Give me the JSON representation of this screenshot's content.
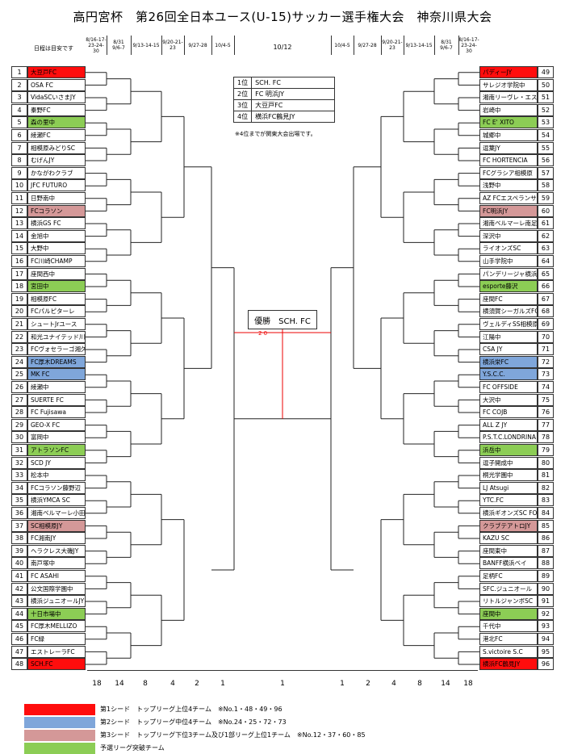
{
  "title": "高円宮杯　第26回全日本ユース(U-15)サッカー選手権大会　神奈川県大会",
  "note_label": "日程は目安です",
  "header_left": [
    "8/16-17-\n23-24-30",
    "8/31\n9/6-7",
    "9/13-14-15",
    "9/20-21-23",
    "9/27-28",
    "10/4-5"
  ],
  "header_center": "10/12",
  "header_right": [
    "10/4-5",
    "9/27-28",
    "9/20-21-23",
    "9/13-14-15",
    "8/31\n9/6-7",
    "8/16-17-\n23-24-30"
  ],
  "left_teams": [
    {
      "no": "1",
      "name": "大豆戸FC",
      "seed": "c1"
    },
    {
      "no": "2",
      "name": "OSA FC",
      "seed": ""
    },
    {
      "no": "3",
      "name": "VidaSCいさまJY",
      "seed": ""
    },
    {
      "no": "4",
      "name": "秦野FC",
      "seed": ""
    },
    {
      "no": "5",
      "name": "森の里中",
      "seed": "cq"
    },
    {
      "no": "6",
      "name": "綾瀬FC",
      "seed": ""
    },
    {
      "no": "7",
      "name": "相模原みどりSC",
      "seed": ""
    },
    {
      "no": "8",
      "name": "むげんJY",
      "seed": ""
    },
    {
      "no": "9",
      "name": "かながわクラブ",
      "seed": ""
    },
    {
      "no": "10",
      "name": "JFC FUTURO",
      "seed": ""
    },
    {
      "no": "11",
      "name": "日野南中",
      "seed": ""
    },
    {
      "no": "12",
      "name": "FCコラソン",
      "seed": "c3"
    },
    {
      "no": "13",
      "name": "横浜GS FC",
      "seed": ""
    },
    {
      "no": "14",
      "name": "金旭中",
      "seed": ""
    },
    {
      "no": "15",
      "name": "大野中",
      "seed": ""
    },
    {
      "no": "16",
      "name": "FC川崎CHAMP",
      "seed": ""
    },
    {
      "no": "17",
      "name": "座間西中",
      "seed": ""
    },
    {
      "no": "18",
      "name": "宮田中",
      "seed": "cq"
    },
    {
      "no": "19",
      "name": "相模原FC",
      "seed": ""
    },
    {
      "no": "20",
      "name": "FCパルピターレ",
      "seed": ""
    },
    {
      "no": "21",
      "name": "シュートJrユース",
      "seed": ""
    },
    {
      "no": "22",
      "name": "和光ユナイテッド川崎FC",
      "seed": ""
    },
    {
      "no": "23",
      "name": "FCヴォセラーゴ湘久井",
      "seed": ""
    },
    {
      "no": "24",
      "name": "FC厚木DREAMS",
      "seed": "c2"
    },
    {
      "no": "25",
      "name": "MK FC",
      "seed": "c2"
    },
    {
      "no": "26",
      "name": "綾瀬中",
      "seed": ""
    },
    {
      "no": "27",
      "name": "SUERTE FC",
      "seed": ""
    },
    {
      "no": "28",
      "name": "FC Fujisawa",
      "seed": ""
    },
    {
      "no": "29",
      "name": "GEO-X FC",
      "seed": ""
    },
    {
      "no": "30",
      "name": "富岡中",
      "seed": ""
    },
    {
      "no": "31",
      "name": "アトラソンFC",
      "seed": "cq"
    },
    {
      "no": "32",
      "name": "SCD JY",
      "seed": ""
    },
    {
      "no": "33",
      "name": "松本中",
      "seed": ""
    },
    {
      "no": "34",
      "name": "FCコラソン藤野辺",
      "seed": ""
    },
    {
      "no": "35",
      "name": "横浜YMCA SC",
      "seed": ""
    },
    {
      "no": "36",
      "name": "湘南ベルマーレ小田原",
      "seed": ""
    },
    {
      "no": "37",
      "name": "SC相模原JY",
      "seed": "c3"
    },
    {
      "no": "38",
      "name": "FC湘南JY",
      "seed": ""
    },
    {
      "no": "39",
      "name": "ヘラクレス大磯JY",
      "seed": ""
    },
    {
      "no": "40",
      "name": "南戸塚中",
      "seed": ""
    },
    {
      "no": "41",
      "name": "FC ASAHI",
      "seed": ""
    },
    {
      "no": "42",
      "name": "公文国際学園中",
      "seed": ""
    },
    {
      "no": "43",
      "name": "横浜ジュニオールJY",
      "seed": ""
    },
    {
      "no": "44",
      "name": "十日市場中",
      "seed": "cq"
    },
    {
      "no": "45",
      "name": "FC厚木MELLIZO",
      "seed": ""
    },
    {
      "no": "46",
      "name": "FC緑",
      "seed": ""
    },
    {
      "no": "47",
      "name": "エストレーラFC",
      "seed": ""
    },
    {
      "no": "48",
      "name": "SCH.FC",
      "seed": "c1"
    }
  ],
  "right_teams": [
    {
      "no": "49",
      "name": "パディーJY",
      "seed": "c1"
    },
    {
      "no": "50",
      "name": "サレジオ学院中",
      "seed": ""
    },
    {
      "no": "51",
      "name": "湘南リーヴレ・エスチーロ",
      "seed": ""
    },
    {
      "no": "52",
      "name": "岩崎中",
      "seed": ""
    },
    {
      "no": "53",
      "name": "FC E' XITO",
      "seed": "cq"
    },
    {
      "no": "54",
      "name": "城郷中",
      "seed": ""
    },
    {
      "no": "55",
      "name": "逗葉JY",
      "seed": ""
    },
    {
      "no": "56",
      "name": "FC HORTENCIA",
      "seed": ""
    },
    {
      "no": "57",
      "name": "FCグラシア相模原",
      "seed": ""
    },
    {
      "no": "58",
      "name": "浅野中",
      "seed": ""
    },
    {
      "no": "59",
      "name": "AZ FCエスペランサ",
      "seed": ""
    },
    {
      "no": "60",
      "name": "FC明浜JY",
      "seed": "c3"
    },
    {
      "no": "61",
      "name": "湘南ベルマーレ南足柄",
      "seed": ""
    },
    {
      "no": "62",
      "name": "深沢中",
      "seed": ""
    },
    {
      "no": "63",
      "name": "ライオンズSC",
      "seed": ""
    },
    {
      "no": "64",
      "name": "山手学院中",
      "seed": ""
    },
    {
      "no": "65",
      "name": "パンデリージャ横浜",
      "seed": ""
    },
    {
      "no": "66",
      "name": "esporte藤沢",
      "seed": "cq"
    },
    {
      "no": "67",
      "name": "座間FC",
      "seed": ""
    },
    {
      "no": "68",
      "name": "横須賀シーガルズFC",
      "seed": ""
    },
    {
      "no": "69",
      "name": "ヴェルディSS相模原",
      "seed": ""
    },
    {
      "no": "70",
      "name": "江陽中",
      "seed": ""
    },
    {
      "no": "71",
      "name": "CSA JY",
      "seed": ""
    },
    {
      "no": "72",
      "name": "横浜栄FC",
      "seed": "c2"
    },
    {
      "no": "73",
      "name": "Y.S.C.C.",
      "seed": "c2"
    },
    {
      "no": "74",
      "name": "FC OFFSIDE",
      "seed": ""
    },
    {
      "no": "75",
      "name": "大沢中",
      "seed": ""
    },
    {
      "no": "76",
      "name": "FC COJB",
      "seed": ""
    },
    {
      "no": "77",
      "name": "ALL Z JY",
      "seed": ""
    },
    {
      "no": "78",
      "name": "P.S.T.C.LONDRINA",
      "seed": ""
    },
    {
      "no": "79",
      "name": "浜岳中",
      "seed": "cq"
    },
    {
      "no": "80",
      "name": "逗子開成中",
      "seed": ""
    },
    {
      "no": "81",
      "name": "桐光学園中",
      "seed": ""
    },
    {
      "no": "82",
      "name": "LJ Atsugi",
      "seed": ""
    },
    {
      "no": "83",
      "name": "YTC.FC",
      "seed": ""
    },
    {
      "no": "84",
      "name": "横浜ギオンズSC FONTENGE",
      "seed": ""
    },
    {
      "no": "85",
      "name": "クラブテアトロJY",
      "seed": "c3"
    },
    {
      "no": "86",
      "name": "KAZU SC",
      "seed": ""
    },
    {
      "no": "87",
      "name": "座間東中",
      "seed": ""
    },
    {
      "no": "88",
      "name": "BANFF横浜ベイ",
      "seed": ""
    },
    {
      "no": "89",
      "name": "足柄FC",
      "seed": ""
    },
    {
      "no": "90",
      "name": "SFC.ジュニオール",
      "seed": ""
    },
    {
      "no": "91",
      "name": "リトルジャンボSC",
      "seed": ""
    },
    {
      "no": "92",
      "name": "座間中",
      "seed": "cq"
    },
    {
      "no": "93",
      "name": "千代中",
      "seed": ""
    },
    {
      "no": "94",
      "name": "港北FC",
      "seed": ""
    },
    {
      "no": "95",
      "name": "S.victoire S.C",
      "seed": ""
    },
    {
      "no": "96",
      "name": "横浜FC鶴見JY",
      "seed": "c1"
    }
  ],
  "ranking": [
    {
      "place": "1位",
      "team": "SCH. FC"
    },
    {
      "place": "2位",
      "team": "FC 明浜JY"
    },
    {
      "place": "3位",
      "team": "大豆戸FC"
    },
    {
      "place": "4位",
      "team": "横浜FC鶴見JY"
    }
  ],
  "qualify_note": "※4位までが関東大会出場です。",
  "champion_label": "優勝　SCH. FC",
  "final_scores": "2 0",
  "footer_left": [
    "18",
    "14",
    "8",
    "4",
    "2",
    "1"
  ],
  "footer_center": "1",
  "footer_right": [
    "1",
    "2",
    "4",
    "8",
    "14",
    "18"
  ],
  "legend": [
    {
      "seed": "c1",
      "color": "#ff0d0d",
      "text": "第1シード　トップリーグ上位4チーム　※No.1・48・49・96"
    },
    {
      "seed": "c2",
      "color": "#7fa6da",
      "text": "第2シード　トップリーグ中位4チーム　※No.24・25・72・73"
    },
    {
      "seed": "c3",
      "color": "#d49898",
      "text": "第3シード　トップリーグ下位3チーム及び1部リーグ上位1チーム　※No.12・37・60・85"
    },
    {
      "seed": "cq",
      "color": "#8ccd55",
      "text": "予選リーグ突破チーム"
    }
  ]
}
